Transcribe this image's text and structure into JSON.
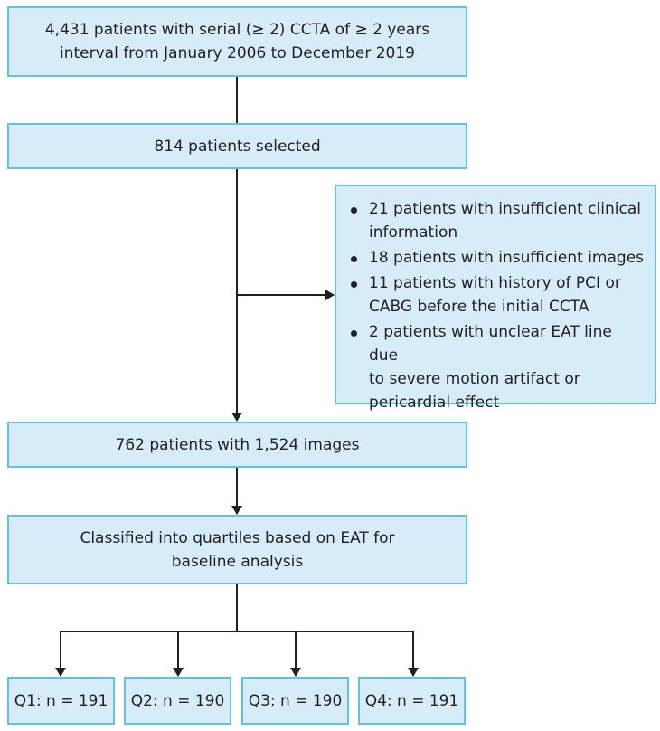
{
  "boxes": {
    "source": [
      "4,431 patients with serial (≥ 2) CCTA of ≥ 2 years",
      "interval from January 2006 to December 2019"
    ],
    "selected": "814 patients selected",
    "exclusions": [
      [
        "21 patients with insufficient clinical",
        "information"
      ],
      [
        "18 patients with insufficient images"
      ],
      [
        "11 patients with history of PCI or",
        "CABG before the initial CCTA"
      ],
      [
        "2 patients with unclear EAT line due",
        "to severe motion artifact or",
        "pericardial effect"
      ]
    ],
    "final": "762 patients with 1,524 images",
    "classified": [
      "Classified into quartiles based on EAT for",
      "baseline analysis"
    ],
    "quartiles": [
      "Q1: n = 191",
      "Q2: n = 190",
      "Q3: n = 190",
      "Q4: n = 191"
    ]
  },
  "colors": {
    "box_fill": "#d6ecf8",
    "box_border": "#5fc3e4",
    "line": "#231f20"
  }
}
